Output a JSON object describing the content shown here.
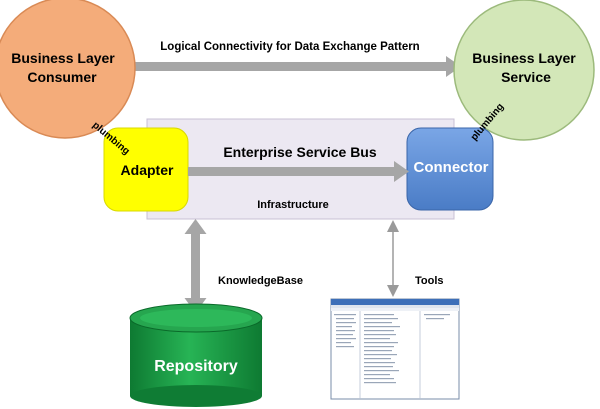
{
  "diagram": {
    "top_arrow_label": "Logical Connectivity for Data Exchange Pattern",
    "consumer": {
      "line1": "Business Layer",
      "line2": "Consumer",
      "plumbing": "plumbing"
    },
    "service": {
      "line1": "Business Layer",
      "line2": "Service",
      "plumbing": "plumbing"
    },
    "esb": {
      "title": "Enterprise Service Bus",
      "infrastructure": "Infrastructure"
    },
    "adapter": {
      "label": "Adapter"
    },
    "connector": {
      "label": "Connector"
    },
    "left_link_label": "KnowledgeBase",
    "right_link_label": "Tools",
    "repository": {
      "label": "Repository"
    }
  },
  "colors": {
    "consumer": "#f4ac7a",
    "service": "#d3e7b8",
    "adapter": "#ffff00",
    "connector": "#5f8fd6",
    "esb_panel": "#ece8f2",
    "repository": "#1fa348",
    "arrow": "#a6a6a6"
  }
}
